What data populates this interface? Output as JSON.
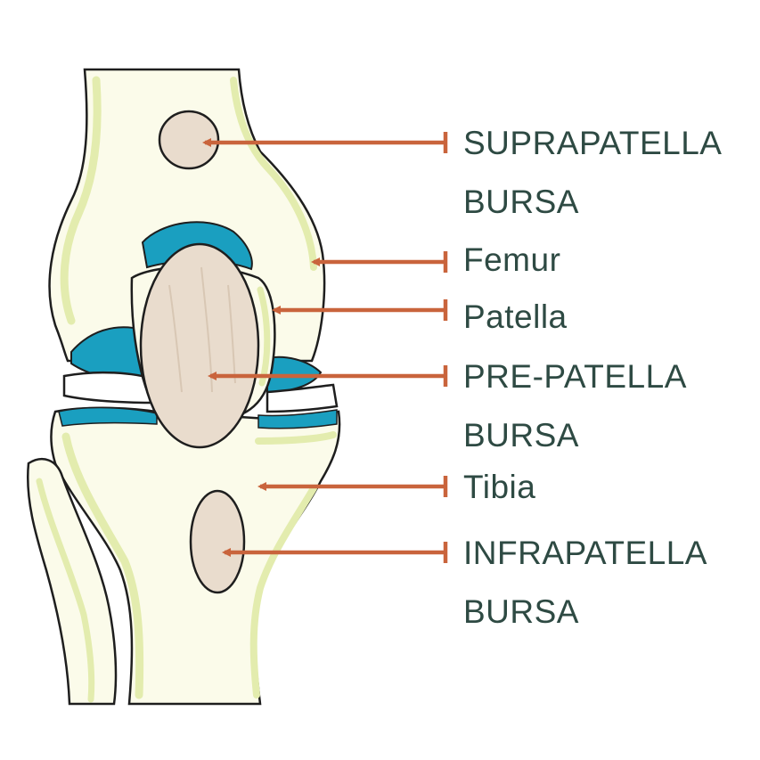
{
  "colors": {
    "arrow": "#c9643c",
    "label_text": "#2e4a43",
    "bone_fill": "#fbfbea",
    "cartilage_highlight": "#e3ecae",
    "bursa_fill": "#e9dccd",
    "meniscus": "#1a9fc0",
    "outline": "#1e1e1e"
  },
  "labels": [
    {
      "id": "suprapatella",
      "lines": [
        "SUPRAPATELLA",
        "BURSA"
      ]
    },
    {
      "id": "femur",
      "lines": [
        "Femur"
      ]
    },
    {
      "id": "patella",
      "lines": [
        "Patella"
      ]
    },
    {
      "id": "prepatella",
      "lines": [
        "PRE-PATELLA",
        "BURSA"
      ]
    },
    {
      "id": "tibia",
      "lines": [
        "Tibia"
      ]
    },
    {
      "id": "infrapatella",
      "lines": [
        "INFRAPATELLA",
        "BURSA"
      ]
    }
  ]
}
